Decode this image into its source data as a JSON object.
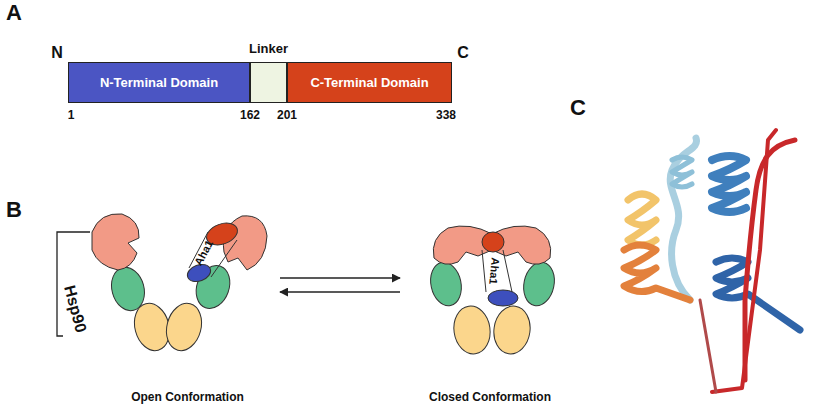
{
  "diagram": {
    "nodes": [
      {
        "text": [
          "N-Terminal Domain"
        ]
      },
      {
        "text": [
          "Linker"
        ]
      },
      {
        "text": [
          "C-Terminal Domain"
        ]
      },
      {
        "text": [
          "Open Conformation"
        ]
      },
      {
        "text": [
          "Closed Conformation"
        ]
      }
    ],
    "edges": [
      {
        "from": 3,
        "to": 4,
        "arrow": "to"
      },
      {
        "from": 4,
        "to": 3,
        "arrow": "to"
      }
    ],
    "labels": [
      "A",
      "N",
      "C",
      "1",
      "162",
      "201",
      "338",
      "B",
      "Hsp90",
      "Aha1",
      "Aha1",
      "C"
    ]
  }
}
